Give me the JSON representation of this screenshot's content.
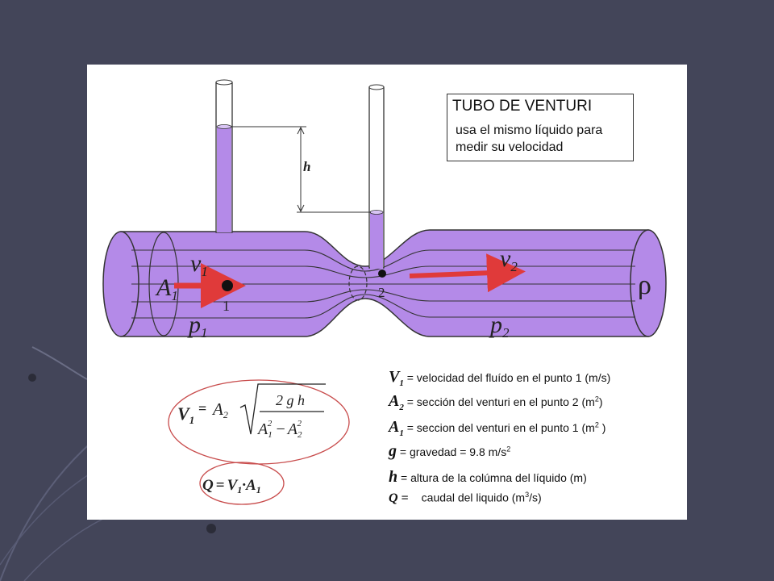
{
  "colors": {
    "background": "#434559",
    "slide": "#ffffff",
    "liquid": "#b48ae8",
    "arrow": "#e03a3a",
    "ellipse": "#c84c4c"
  },
  "diagram": {
    "title": "TUBO DE VENTURI",
    "subtitle_line1": "usa el mismo líquido para",
    "subtitle_line2": "medir su velocidad",
    "h_label": "h",
    "v1_label": "v",
    "v1_sub": "1",
    "v2_label": "v",
    "v2_sub": "2",
    "a1_label": "A",
    "a1_sub": "1",
    "p1_label": "p",
    "p1_sub": "1",
    "p2_label": "p",
    "p2_sub": "2",
    "point1": "1",
    "point2": "2",
    "rho": "ρ"
  },
  "formula": {
    "v1": "V",
    "v1_sub": "1",
    "eq": "=",
    "a2": "A",
    "a2_sub": "2",
    "numerator": "2 g h",
    "den_a1": "A",
    "den_a1_sub": "1",
    "den_a1_exp": "2",
    "minus": "−",
    "den_a2": "A",
    "den_a2_sub": "2",
    "den_a2_exp": "2",
    "q": "Q",
    "q_eq": "=",
    "q_v": "V",
    "q_v_sub": "1",
    "q_dot": "·",
    "q_a": "A",
    "q_a_sub": "1"
  },
  "legend": {
    "row1_sym": "V",
    "row1_sub": "1",
    "row1_text": " = velocidad del fluído en el punto 1 (m/s)",
    "row2_sym": "A",
    "row2_sub": "2",
    "row2_text": " = sección del venturi en el punto 2 (m",
    "row2_exp": "2",
    "row2_end": ")",
    "row3_sym": "A",
    "row3_sub": "1",
    "row3_text": " = seccion del venturi en el punto 1 (m",
    "row3_exp": "2",
    "row3_end": " )",
    "row4_sym": "g",
    "row4_text": " = gravedad = 9.8 m/s",
    "row4_exp": "2",
    "row5_sym": "h",
    "row5_text": " = altura de la colúmna del líquido (m)",
    "row6_sym": "Q =",
    "row6_text": "caudal del liquido (m",
    "row6_exp": "3",
    "row6_end": "/s)"
  }
}
